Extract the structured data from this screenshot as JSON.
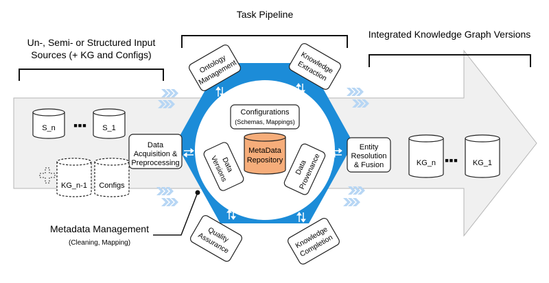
{
  "labels": {
    "task_pipeline": "Task Pipeline",
    "input_sources_line1": "Un-, Semi- or Structured Input",
    "input_sources_line2": "Sources (+ KG and Configs)",
    "kg_versions": "Integrated Knowledge Graph Versions",
    "metadata_mgmt": "Metadata Management",
    "metadata_mgmt_sub": "(Cleaning, Mapping)",
    "ellipsis": "■■■"
  },
  "inputs": {
    "s_n": "S_n",
    "s_1": "S_1",
    "kg_n_1": "KG_n-1",
    "configs": "Configs",
    "plus": "+"
  },
  "outputs": {
    "kg_n": "KG_n",
    "kg_1": "KG_1"
  },
  "tasks": {
    "acquisition": [
      "Data",
      "Acquisition &",
      "Preprocessing"
    ],
    "ontology": [
      "Ontology",
      "Management"
    ],
    "extraction": [
      "Knowledge",
      "Extraction"
    ],
    "entity_resolution": [
      "Entity",
      "Resolution",
      "& Fusion"
    ],
    "completion": [
      "Knowledge",
      "Completion"
    ],
    "quality": [
      "Quality",
      "Assurance"
    ]
  },
  "center": {
    "configurations": "Configurations",
    "configurations_sub": "(Schemas, Mappings)",
    "repository": [
      "MetaData",
      "Repository"
    ],
    "versions": [
      "Data",
      "Versions"
    ],
    "provenance": [
      "Data",
      "Provenance"
    ]
  },
  "colors": {
    "hexagon": "#1c8cd8",
    "chevron": "#b7d6f4",
    "arrow_fill": "#f0f0f0",
    "arrow_stroke": "#b5b5b5",
    "repository": "#f6ad7a"
  }
}
